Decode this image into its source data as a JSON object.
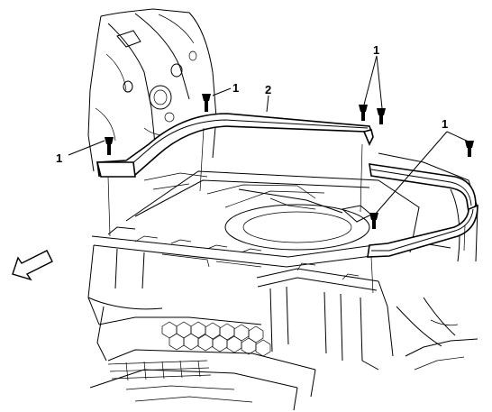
{
  "callouts": {
    "bolt_top_left": "1",
    "bolt_left": "1",
    "frame": "2",
    "bolts_top_right": "1",
    "bolts_right": "1"
  },
  "icons": {
    "direction_arrow": "forward-arrow-icon",
    "bolt": "bolt-icon"
  }
}
